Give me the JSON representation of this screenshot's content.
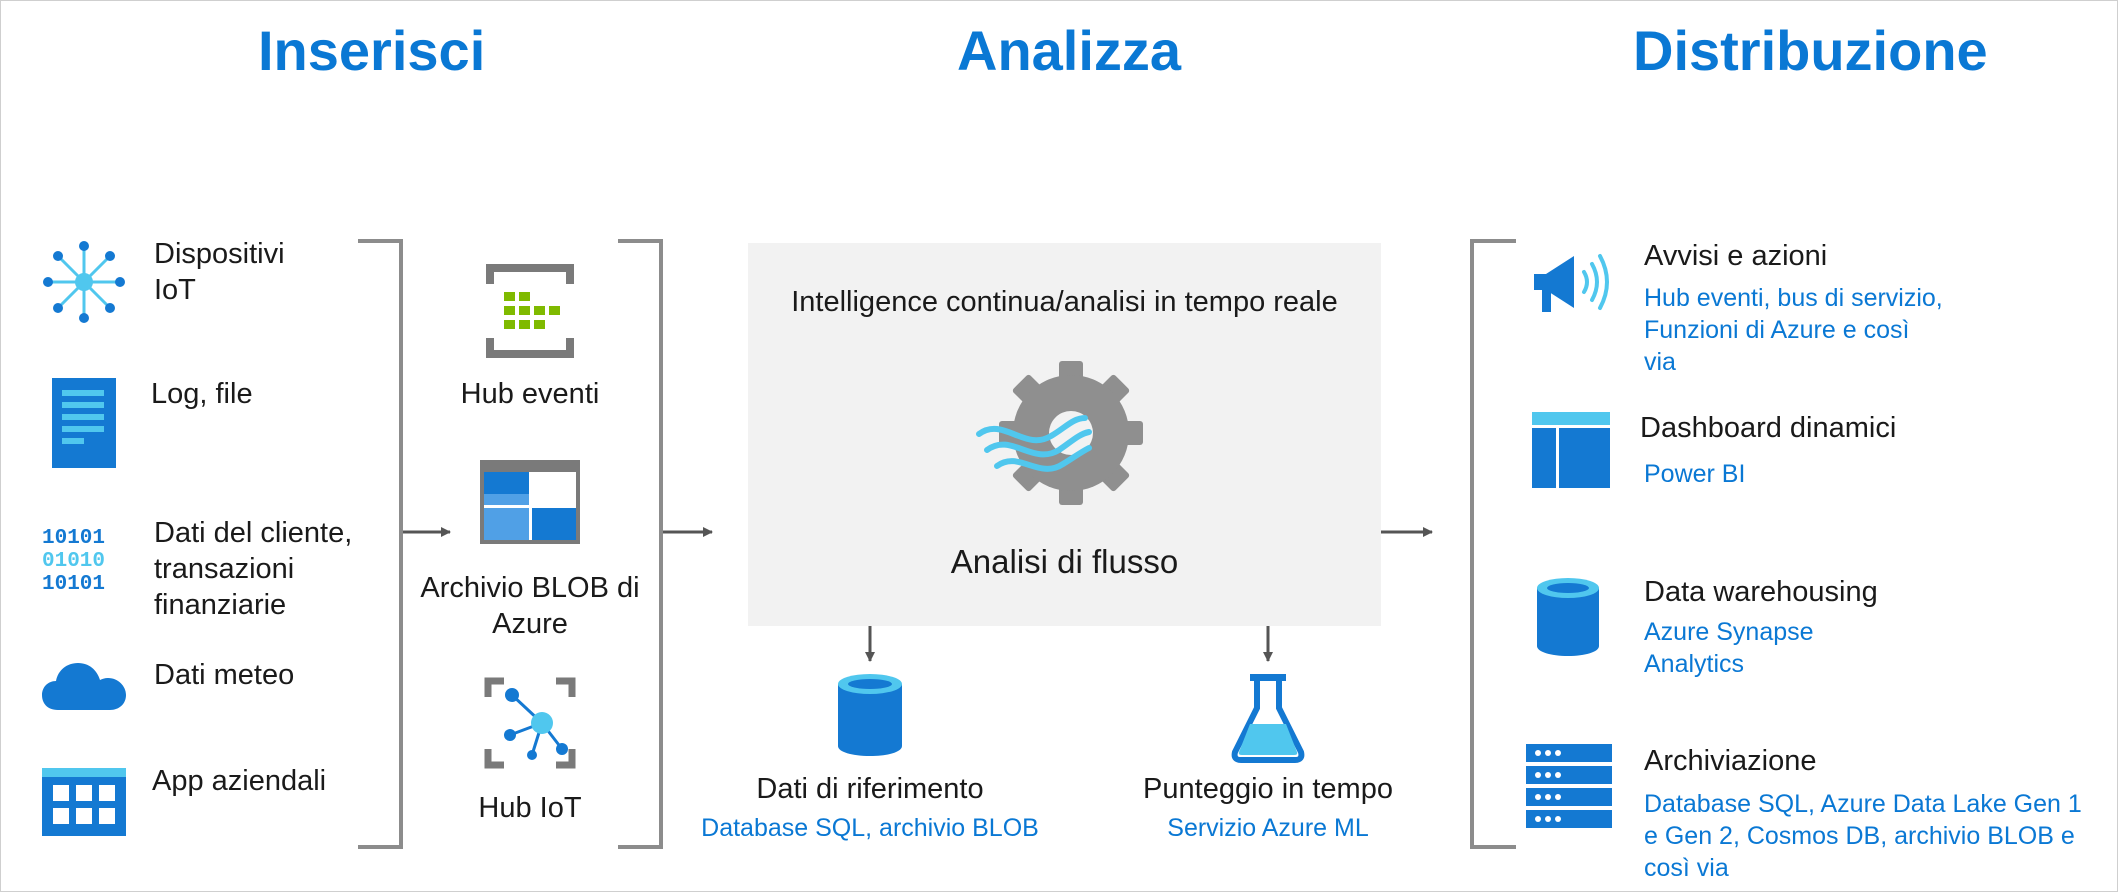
{
  "headers": {
    "ingest": "Inserisci",
    "analyze": "Analizza",
    "deliver": "Distribuzione"
  },
  "sources": [
    {
      "label": "Dispositivi IoT",
      "icon": "iot-devices-icon"
    },
    {
      "label": "Log, file",
      "icon": "log-file-icon"
    },
    {
      "label": "Dati del cliente, transazioni finanziarie",
      "icon": "binary-data-icon"
    },
    {
      "label": "Dati meteo",
      "icon": "cloud-icon"
    },
    {
      "label": "App aziendali",
      "icon": "app-grid-icon"
    }
  ],
  "ingest_services": [
    {
      "label": "Hub eventi",
      "icon": "event-hub-icon"
    },
    {
      "label": "Archivio BLOB di Azure",
      "icon": "blob-storage-icon"
    },
    {
      "label": "Hub IoT",
      "icon": "iot-hub-icon"
    }
  ],
  "analyze": {
    "panel_title": "Intelligence continua/analisi in tempo reale",
    "engine_label": "Analisi di flusso",
    "engine_icon": "stream-analytics-gear-icon",
    "reference": {
      "label": "Dati di riferimento",
      "detail": "Database SQL, archivio BLOB",
      "icon": "database-icon"
    },
    "scoring": {
      "label": "Punteggio in tempo",
      "detail": "Servizio Azure ML",
      "icon": "flask-icon"
    }
  },
  "outputs": [
    {
      "label": "Avvisi e azioni",
      "detail": "Hub eventi, bus di servizio, Funzioni di Azure e così via",
      "icon": "megaphone-icon"
    },
    {
      "label": "Dashboard dinamici",
      "detail": "Power BI",
      "icon": "dashboard-icon"
    },
    {
      "label": "Data warehousing",
      "detail": "Azure Synapse Analytics",
      "icon": "database-icon"
    },
    {
      "label": "Archiviazione",
      "detail": "Database SQL, Azure Data Lake Gen 1 e Gen 2, Cosmos DB, archivio BLOB e così via",
      "icon": "storage-rack-icon"
    }
  ],
  "colors": {
    "accent": "#0a78d4",
    "icon_blue": "#1479d2",
    "icon_light": "#50c7ee",
    "panel": "#f2f2f2",
    "bracket": "#8c8c8c"
  }
}
